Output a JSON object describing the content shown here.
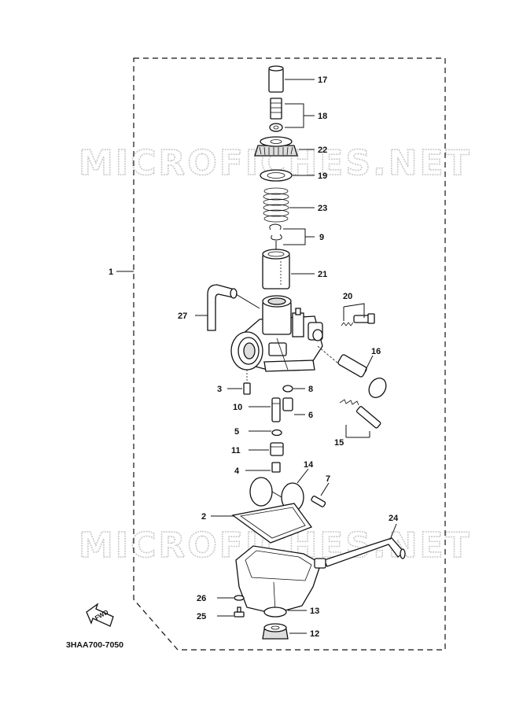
{
  "watermark": "MICROFICHES.NET",
  "diagram_code": "3HAA700-7050",
  "fwd_label": "FWD",
  "callouts": {
    "c1": "1",
    "c2": "2",
    "c3": "3",
    "c4": "4",
    "c5": "5",
    "c6": "6",
    "c7": "7",
    "c8": "8",
    "c9": "9",
    "c10": "10",
    "c11": "11",
    "c12": "12",
    "c13": "13",
    "c14": "14",
    "c15": "15",
    "c16": "16",
    "c17": "17",
    "c18": "18",
    "c19": "19",
    "c20": "20",
    "c21": "21",
    "c22": "22",
    "c23": "23",
    "c24": "24",
    "c25": "25",
    "c26": "26",
    "c27": "27"
  }
}
